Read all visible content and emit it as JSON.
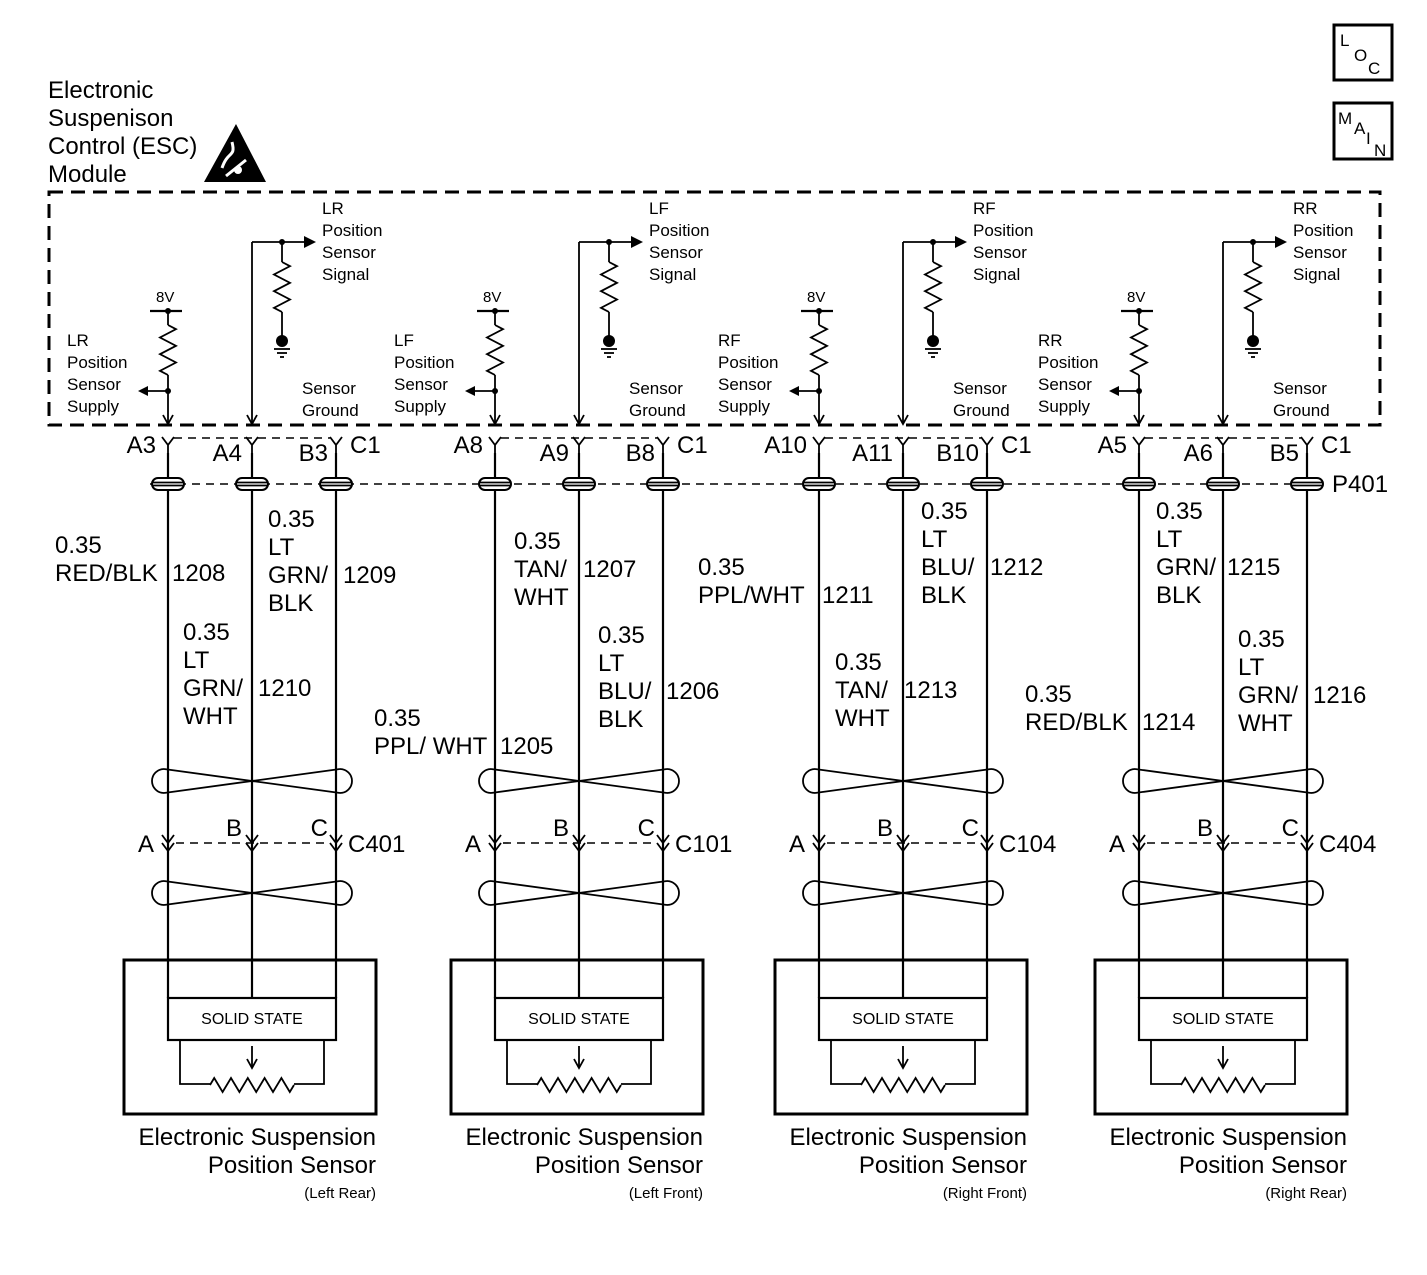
{
  "module": {
    "title_lines": [
      "Electronic",
      "Suspenison",
      "Control (ESC)",
      "Module"
    ],
    "voltage": "8V",
    "ground_label": [
      "Sensor",
      "Ground"
    ]
  },
  "nav": {
    "loc": [
      "L",
      "O",
      "C"
    ],
    "main": [
      "M",
      "A",
      "I",
      "N"
    ]
  },
  "harness_connector": "P401",
  "sensors": [
    {
      "supply_label": [
        "LR",
        "Position",
        "Sensor",
        "Supply"
      ],
      "signal_label": [
        "LR",
        "Position",
        "Sensor",
        "Signal"
      ],
      "pins": [
        "A3",
        "A4",
        "B3",
        "C1"
      ],
      "wires": [
        {
          "lines": [
            "0.35",
            "RED/BLK"
          ],
          "circuit": "1208"
        },
        {
          "lines": [
            "0.35",
            "LT",
            "GRN/",
            "WHT"
          ],
          "circuit": "1210"
        },
        {
          "lines": [
            "0.35",
            "LT",
            "GRN/",
            "BLK"
          ],
          "circuit": "1209"
        }
      ],
      "connector": "C401",
      "cavities": [
        "A",
        "B",
        "C"
      ],
      "box_label": "SOLID STATE",
      "name_lines": [
        "Electronic Suspension",
        "Position Sensor"
      ],
      "position": "(Left Rear)"
    },
    {
      "supply_label": [
        "LF",
        "Position",
        "Sensor",
        "Supply"
      ],
      "signal_label": [
        "LF",
        "Position",
        "Sensor",
        "Signal"
      ],
      "pins": [
        "A8",
        "A9",
        "B8",
        "C1"
      ],
      "wires": [
        {
          "lines": [
            "0.35",
            "PPL/ WHT"
          ],
          "circuit": "1205"
        },
        {
          "lines": [
            "0.35",
            "TAN/",
            "WHT"
          ],
          "circuit": "1207"
        },
        {
          "lines": [
            "0.35",
            "LT",
            "BLU/",
            "BLK"
          ],
          "circuit": "1206"
        }
      ],
      "connector": "C101",
      "cavities": [
        "A",
        "B",
        "C"
      ],
      "box_label": "SOLID STATE",
      "name_lines": [
        "Electronic Suspension",
        "Position Sensor"
      ],
      "position": "(Left Front)"
    },
    {
      "supply_label": [
        "RF",
        "Position",
        "Sensor",
        "Supply"
      ],
      "signal_label": [
        "RF",
        "Position",
        "Sensor",
        "Signal"
      ],
      "pins": [
        "A10",
        "A11",
        "B10",
        "C1"
      ],
      "wires": [
        {
          "lines": [
            "0.35",
            "PPL/WHT"
          ],
          "circuit": "1211"
        },
        {
          "lines": [
            "0.35",
            "TAN/",
            "WHT"
          ],
          "circuit": "1213"
        },
        {
          "lines": [
            "0.35",
            "LT",
            "BLU/",
            "BLK"
          ],
          "circuit": "1212"
        }
      ],
      "connector": "C104",
      "cavities": [
        "A",
        "B",
        "C"
      ],
      "box_label": "SOLID STATE",
      "name_lines": [
        "Electronic Suspension",
        "Position Sensor"
      ],
      "position": "(Right Front)"
    },
    {
      "supply_label": [
        "RR",
        "Position",
        "Sensor",
        "Supply"
      ],
      "signal_label": [
        "RR",
        "Position",
        "Sensor",
        "Signal"
      ],
      "pins": [
        "A5",
        "A6",
        "B5",
        "C1"
      ],
      "wires": [
        {
          "lines": [
            "0.35",
            "RED/BLK"
          ],
          "circuit": "1214"
        },
        {
          "lines": [
            "0.35",
            "LT",
            "GRN/",
            "BLK"
          ],
          "circuit": "1215"
        },
        {
          "lines": [
            "0.35",
            "LT",
            "GRN/",
            "WHT"
          ],
          "circuit": "1216"
        }
      ],
      "connector": "C404",
      "cavities": [
        "A",
        "B",
        "C"
      ],
      "box_label": "SOLID STATE",
      "name_lines": [
        "Electronic Suspension",
        "Position Sensor"
      ],
      "position": "(Right Rear)"
    }
  ]
}
